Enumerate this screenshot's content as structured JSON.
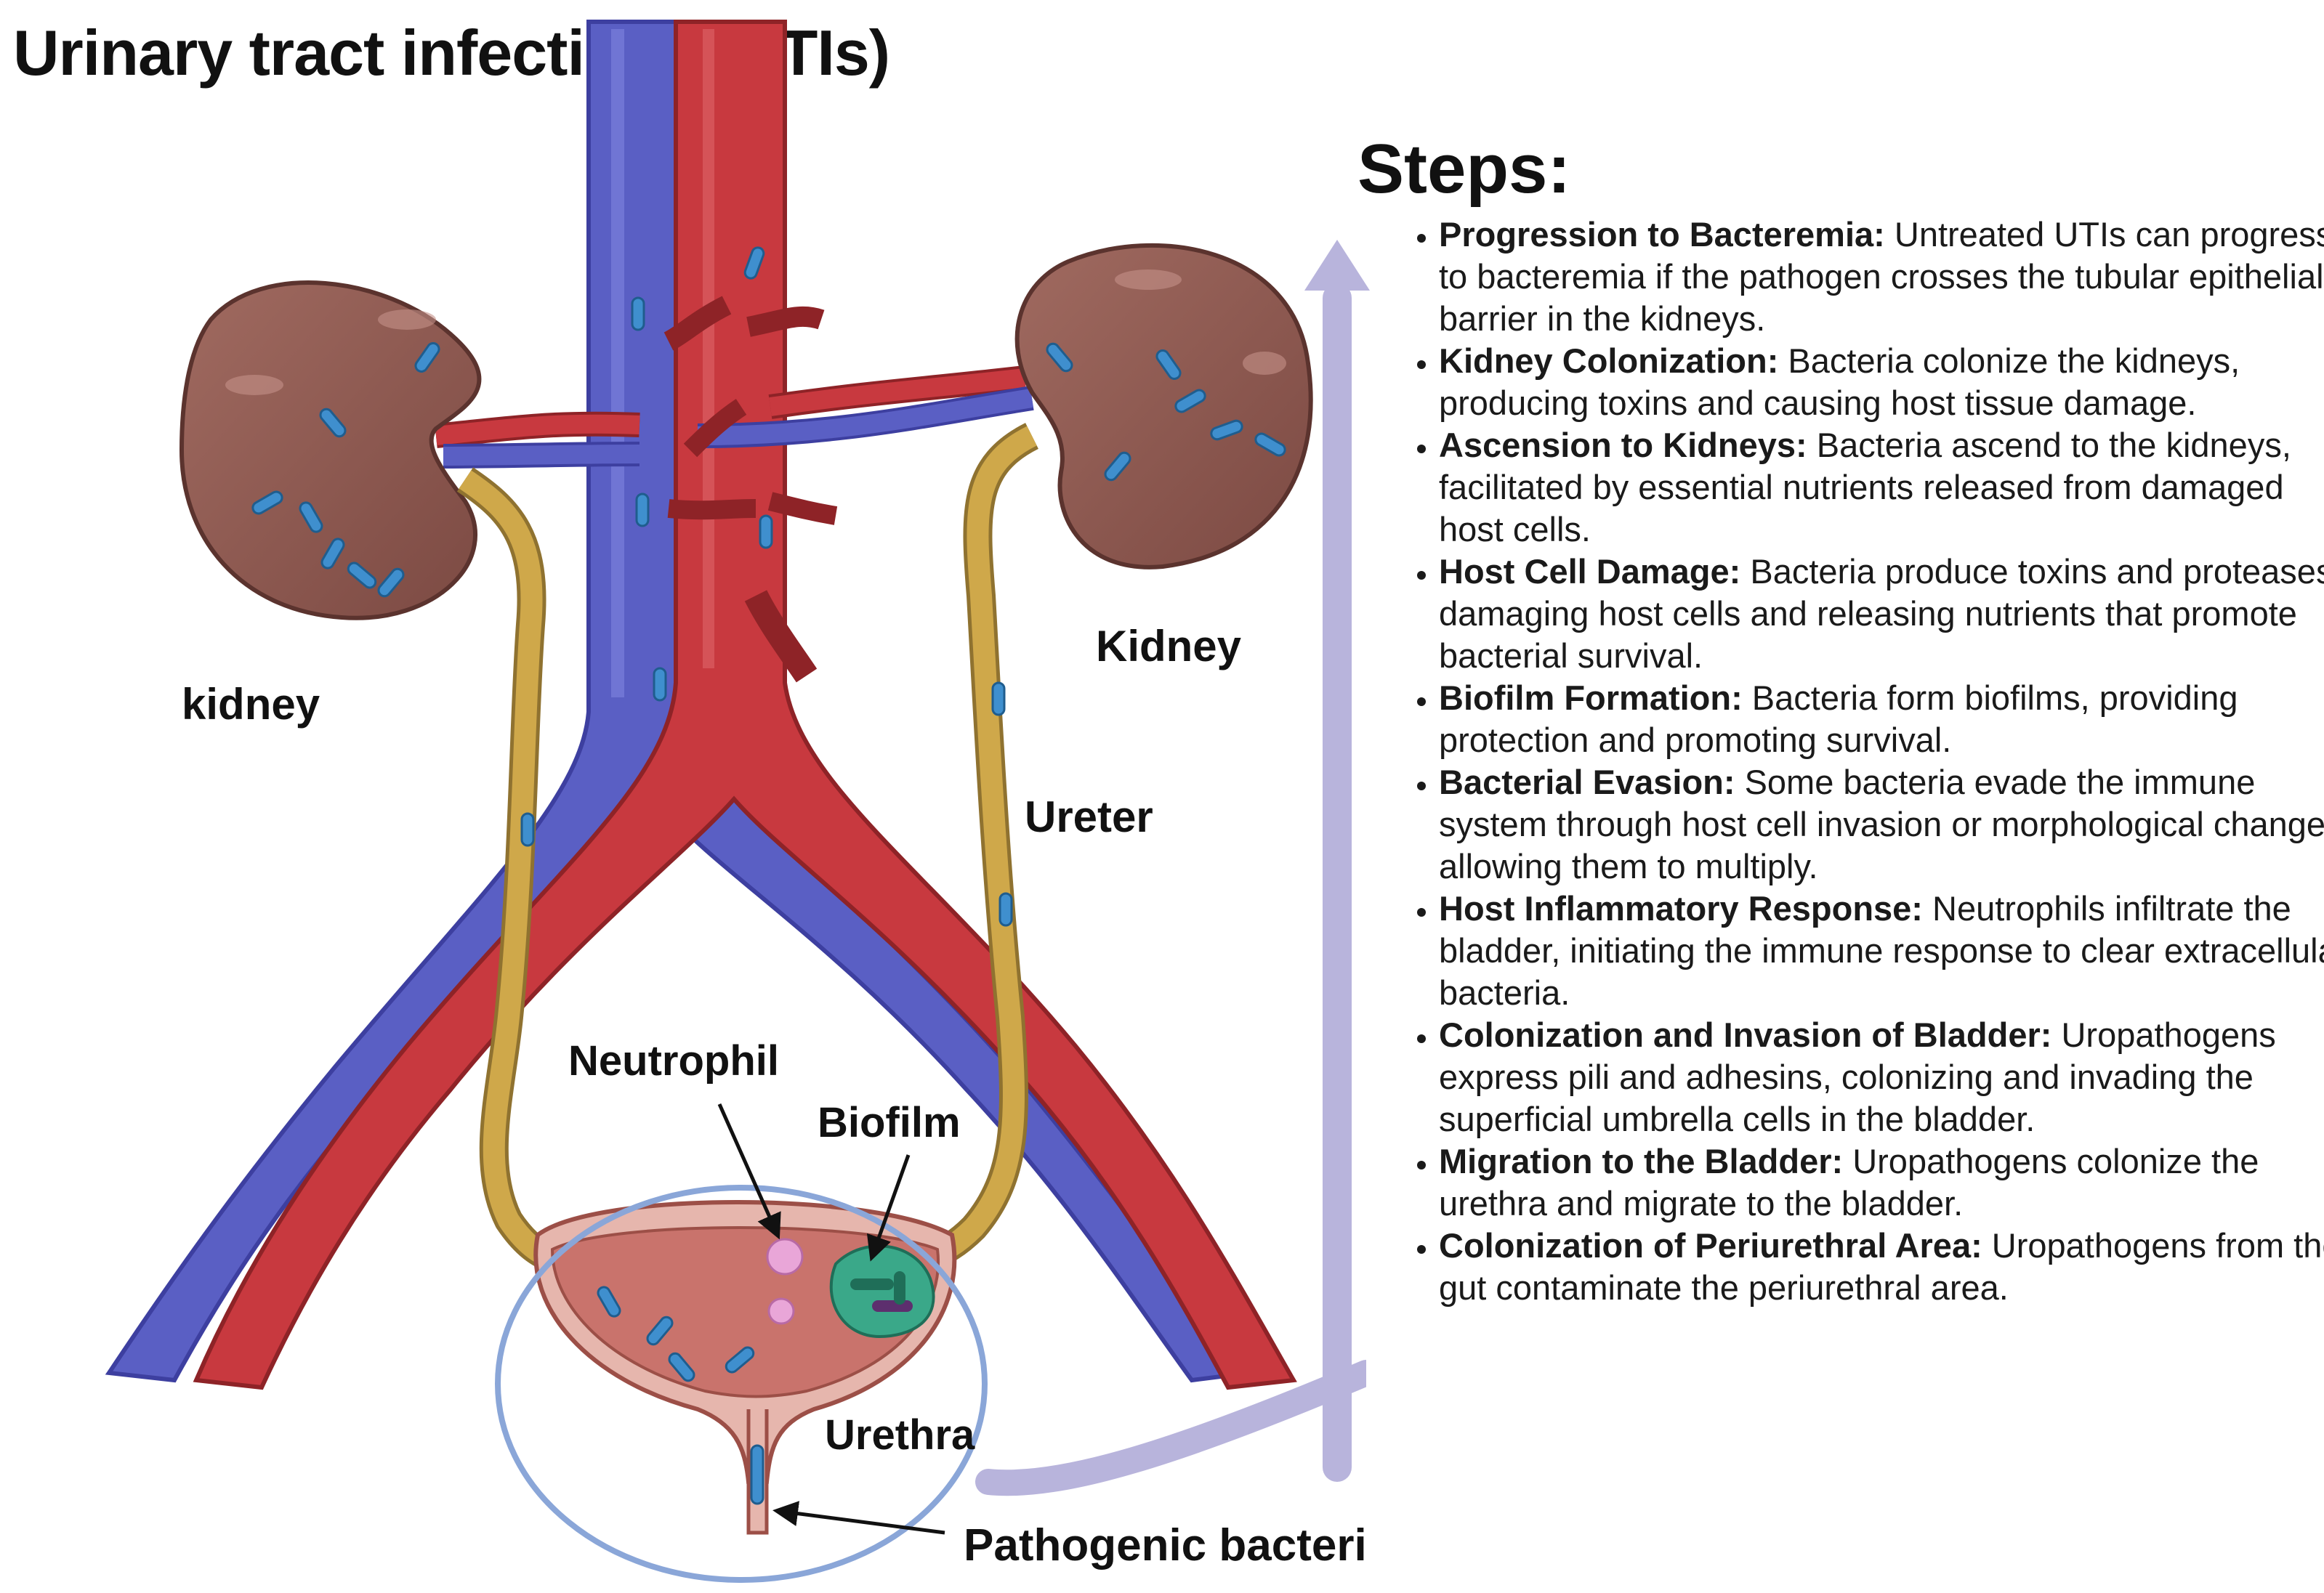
{
  "title": "Urinary tract infections (UTIs)",
  "labels": {
    "kidney_left": "kidney",
    "kidney_right": "Kidney",
    "ureter": "Ureter",
    "neutrophil": "Neutrophil",
    "biofilm": "Biofilm",
    "urethra": "Urethra",
    "pathogenic_bacteria": "Pathogenic bacteria"
  },
  "steps_heading": "Steps:",
  "steps": [
    {
      "term": "Progression to Bacteremia:",
      "text": " Untreated UTIs can progress to bacteremia if the pathogen crosses the tubular epithelial barrier in the kidneys."
    },
    {
      "term": "Kidney Colonization:",
      "text": " Bacteria colonize the kidneys, producing toxins and causing host tissue damage."
    },
    {
      "term": "Ascension to Kidneys:",
      "text": " Bacteria ascend to the kidneys, facilitated by essential nutrients released from damaged host cells."
    },
    {
      "term": "Host Cell Damage:",
      "text": " Bacteria produce toxins and proteases, damaging host cells and releasing nutrients that promote bacterial survival."
    },
    {
      "term": "Biofilm Formation:",
      "text": " Bacteria form biofilms, providing protection and promoting survival."
    },
    {
      "term": "Bacterial Evasion:",
      "text": " Some bacteria evade the immune system through host cell invasion or morphological changes, allowing them to multiply."
    },
    {
      "term": "Host Inflammatory Response:",
      "text": " Neutrophils infiltrate the bladder, initiating the immune response to clear extracellular bacteria."
    },
    {
      "term": "Colonization and Invasion of Bladder:",
      "text": " Uropathogens express pili and adhesins, colonizing and invading the superficial umbrella cells in the bladder."
    },
    {
      "term": "Migration to the Bladder:",
      "text": " Uropathogens colonize the urethra and migrate to the bladder."
    },
    {
      "term": "Colonization of Periurethral Area:",
      "text": " Uropathogens from the gut contaminate the periurethral area."
    }
  ],
  "colors": {
    "vein": "#5a5fc4",
    "artery": "#c8393f",
    "kidney": "#8d5a52",
    "ureter": "#cfa84a",
    "bladder": "#c9736c",
    "bacteria": "#3f8fce",
    "neutrophil": "#e9a6d8",
    "biofilm": "#3aa889",
    "progress_arrow": "#b8b4dc",
    "ring": "#8aa6d8"
  }
}
